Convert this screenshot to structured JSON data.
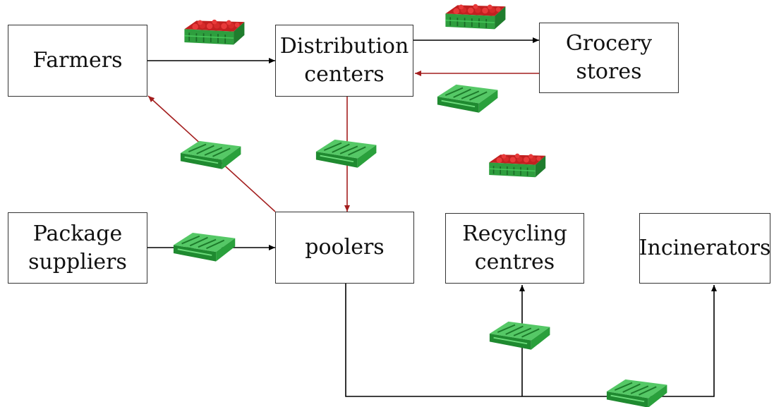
{
  "nodes": {
    "farmers": "Farmers",
    "distribution": "Distribution\ncenters",
    "grocery": "Grocery\nstores",
    "package": "Package\nsuppliers",
    "poolers": "poolers",
    "recycling": "Recycling\ncentres",
    "incinerators": "Incinerators"
  },
  "colors": {
    "forward_flow": "#000000",
    "return_flow": "#a31e1e",
    "crate": "#2e9e3e",
    "tomato": "#d62a2a"
  },
  "icons": {
    "full_crate": "crate-with-tomatoes-icon",
    "empty_crate": "empty-green-crate-icon"
  }
}
